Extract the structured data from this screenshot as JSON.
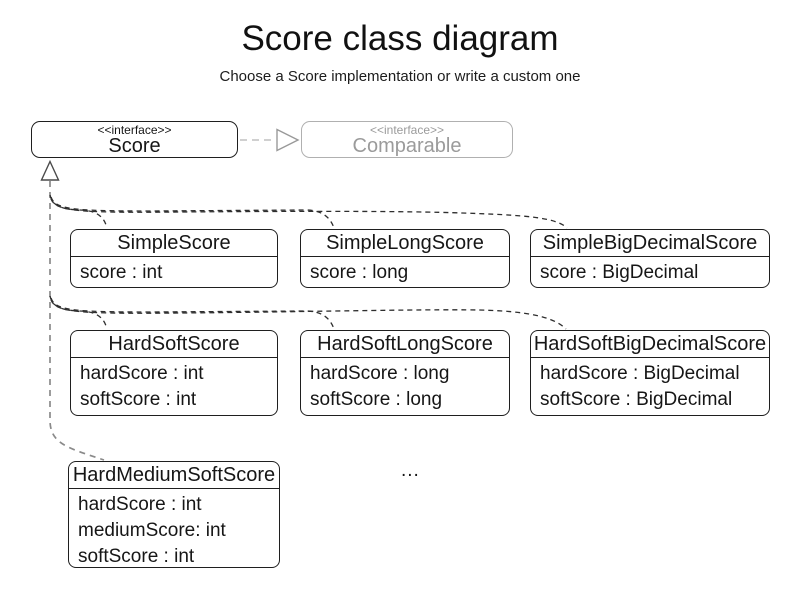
{
  "header": {
    "title": "Score class diagram",
    "subtitle": "Choose a Score implementation or write a custom one"
  },
  "interfaces": {
    "score": {
      "stereotype": "<<interface>>",
      "name": "Score"
    },
    "comparable": {
      "stereotype": "<<interface>>",
      "name": "Comparable"
    }
  },
  "classes": [
    {
      "name": "SimpleScore",
      "attributes": [
        "score : int"
      ]
    },
    {
      "name": "SimpleLongScore",
      "attributes": [
        "score : long"
      ]
    },
    {
      "name": "SimpleBigDecimalScore",
      "attributes": [
        "score : BigDecimal"
      ]
    },
    {
      "name": "HardSoftScore",
      "attributes": [
        "hardScore : int",
        "softScore : int"
      ]
    },
    {
      "name": "HardSoftLongScore",
      "attributes": [
        "hardScore : long",
        "softScore : long"
      ]
    },
    {
      "name": "HardSoftBigDecimalScore",
      "attributes": [
        "hardScore : BigDecimal",
        "softScore : BigDecimal"
      ]
    },
    {
      "name": "HardMediumSoftScore",
      "attributes": [
        "hardScore : int",
        "mediumScore: int",
        "softScore : int"
      ]
    }
  ],
  "ellipsis": "...",
  "colors": {
    "text": "#161616",
    "box_border": "#1f1f1f",
    "muted_text": "#9b9b9b",
    "muted_border": "#b0b0b0",
    "realization_dash": "#c9c9c9",
    "realization_arrowhead": "#999999",
    "generalization_trunk": "#8a8a8a",
    "generalization_edge": "#2e2e2e"
  }
}
